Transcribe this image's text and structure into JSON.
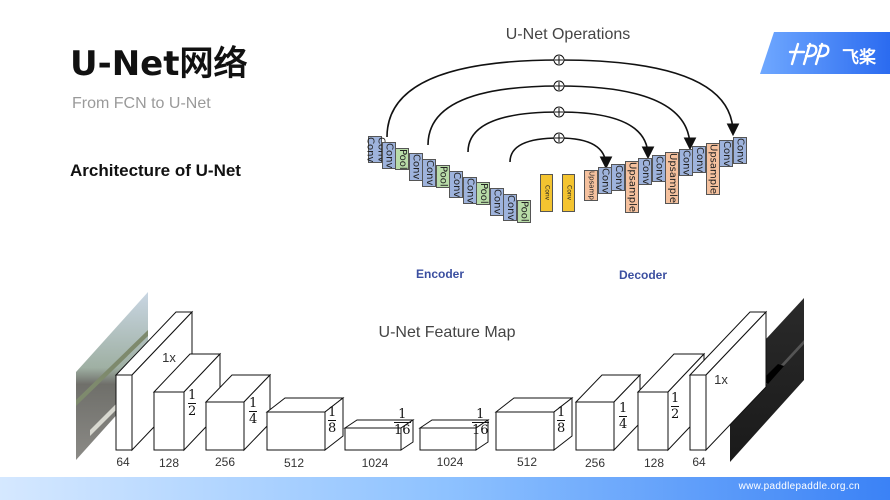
{
  "slide": {
    "title": "U-Net网络",
    "subtitle": "From FCN to U-Net",
    "section_label": "Architecture of U-Net",
    "footer_url": "www.paddlepaddle.org.cn",
    "logo_text": "飞桨"
  },
  "operations": {
    "title": "U-Net Operations",
    "plus_symbol": "⊕",
    "encoder_label": "Encoder",
    "decoder_label": "Decoder",
    "encoder_blocks": [
      {
        "lines": [
          "Conv",
          "Conv"
        ],
        "color": "#9eb3dc"
      },
      {
        "lines": [
          "Conv"
        ],
        "color": "#9eb3dc"
      },
      {
        "lines": [
          "Pool"
        ],
        "color": "#b9dca8"
      },
      {
        "lines": [
          "Conv"
        ],
        "color": "#9eb3dc"
      },
      {
        "lines": [
          "Conv"
        ],
        "color": "#9eb3dc"
      },
      {
        "lines": [
          "Pool"
        ],
        "color": "#b9dca8"
      },
      {
        "lines": [
          "Conv"
        ],
        "color": "#9eb3dc"
      },
      {
        "lines": [
          "Conv"
        ],
        "color": "#9eb3dc"
      },
      {
        "lines": [
          "Pool"
        ],
        "color": "#b9dca8"
      },
      {
        "lines": [
          "Conv"
        ],
        "color": "#9eb3dc"
      },
      {
        "lines": [
          "Conv"
        ],
        "color": "#9eb3dc"
      },
      {
        "lines": [
          "Pool"
        ],
        "color": "#b9dca8"
      }
    ],
    "bottleneck_blocks": [
      {
        "lines": [
          "Conv"
        ],
        "color": "#f4c430"
      },
      {
        "lines": [
          "Conv"
        ],
        "color": "#f4c430"
      }
    ],
    "decoder_blocks": [
      {
        "lines": [
          "Upsamp"
        ],
        "color": "#f5c19e"
      },
      {
        "lines": [
          "Conv"
        ],
        "color": "#9eb3dc"
      },
      {
        "lines": [
          "Conv"
        ],
        "color": "#9eb3dc"
      },
      {
        "lines": [
          "Upsample"
        ],
        "color": "#f5c19e"
      },
      {
        "lines": [
          "Conv"
        ],
        "color": "#9eb3dc"
      },
      {
        "lines": [
          "Conv"
        ],
        "color": "#9eb3dc"
      },
      {
        "lines": [
          "Upsample"
        ],
        "color": "#f5c19e"
      },
      {
        "lines": [
          "Conv"
        ],
        "color": "#9eb3dc"
      },
      {
        "lines": [
          "Conv"
        ],
        "color": "#9eb3dc"
      },
      {
        "lines": [
          "Upsample"
        ],
        "color": "#f5c19e"
      },
      {
        "lines": [
          "Conv"
        ],
        "color": "#9eb3dc"
      },
      {
        "lines": [
          "Conv"
        ],
        "color": "#9eb3dc"
      }
    ]
  },
  "feature_map": {
    "title": "U-Net Feature Map",
    "channels": [
      "64",
      "128",
      "256",
      "512",
      "1024",
      "1024",
      "512",
      "256",
      "128",
      "64"
    ],
    "scale_left": "1x",
    "scale_right": "1x",
    "fraction_numerator": "1",
    "fractions": [
      "2",
      "4",
      "8",
      "16",
      "16",
      "8",
      "4",
      "2"
    ]
  }
}
